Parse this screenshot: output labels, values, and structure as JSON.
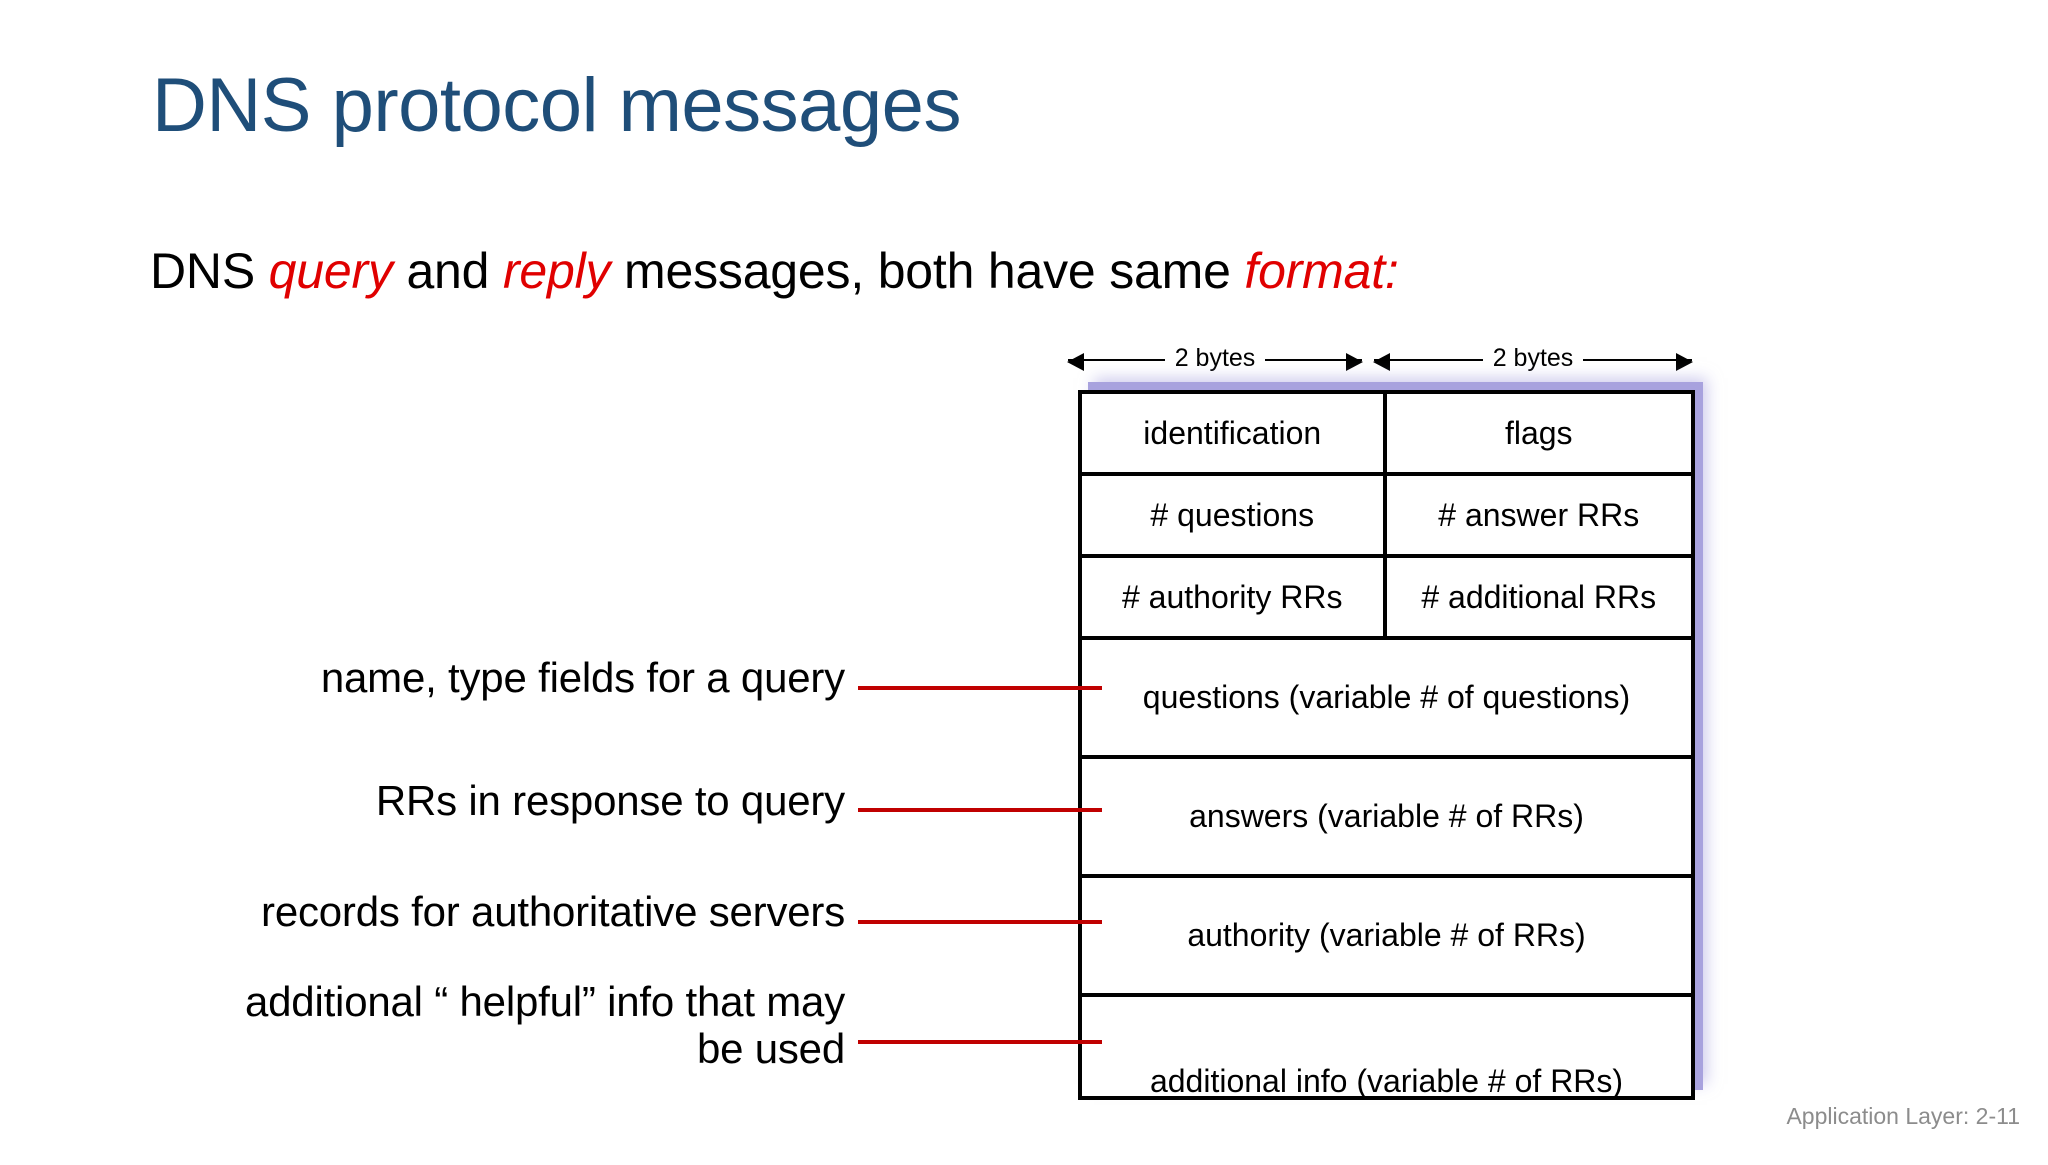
{
  "slide": {
    "title": "DNS protocol messages",
    "subtitle": {
      "part1": "DNS ",
      "em1": "query",
      "part2": " and ",
      "em2": "reply",
      "part3": " messages, both have same  ",
      "em3": "format:"
    },
    "footer": "Application Layer: 2-11"
  },
  "measures": {
    "left_label": "2 bytes",
    "right_label": "2 bytes"
  },
  "message_format": {
    "header_rows": [
      {
        "left": "identification",
        "right": "flags"
      },
      {
        "left": "# questions",
        "right": "# answer RRs"
      },
      {
        "left": "# authority RRs",
        "right": "# additional RRs"
      }
    ],
    "variable_rows": [
      {
        "label": "questions (variable # of questions)"
      },
      {
        "label": "answers (variable # of RRs)"
      },
      {
        "label": "authority (variable # of RRs)"
      },
      {
        "label": "additional info (variable # of RRs)"
      }
    ]
  },
  "annotations": [
    {
      "text": "name, type fields for a query"
    },
    {
      "text": "RRs in response to query"
    },
    {
      "text": "records for authoritative servers"
    },
    {
      "text": "additional “ helpful” info that may\nbe used"
    }
  ],
  "colors": {
    "title_blue": "#1F4E79",
    "accent_red": "#E00000",
    "leader_red": "#C00000",
    "shadow_purple": "#A8A2DE",
    "footer_gray": "#8C8C8C"
  }
}
